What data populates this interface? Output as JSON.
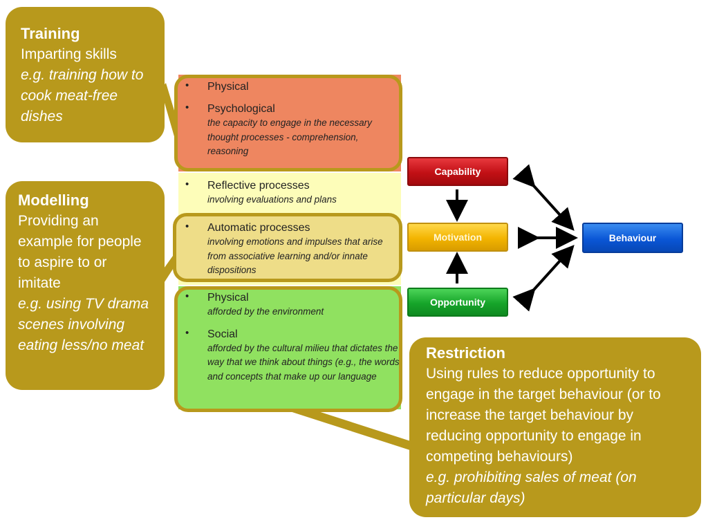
{
  "interventions": {
    "training": {
      "title": "Training",
      "definition": "Imparting skills",
      "example": "e.g. training how to cook meat-free dishes"
    },
    "modelling": {
      "title": "Modelling",
      "definition": "Providing an example for people to aspire to or imitate",
      "example": "e.g. using TV drama scenes involving eating less/no meat"
    },
    "restriction": {
      "title": "Restriction",
      "definition": "Using rules to reduce opportunity to engage in the target behaviour (or to increase the target behaviour by reducing opportunity to engage in competing behaviours)",
      "example": "e.g. prohibiting sales of meat (on particular days)"
    }
  },
  "components": {
    "capability": {
      "color": "#ee8660",
      "items": [
        {
          "label": "Physical",
          "desc": ""
        },
        {
          "label": "Psychological",
          "desc": "the capacity to engage in the necessary thought processes - comprehension, reasoning"
        }
      ]
    },
    "motivation": {
      "color": "#fdfdb9",
      "reflective": {
        "label": "Reflective processes",
        "desc": "involving evaluations and plans"
      },
      "automatic": {
        "label": "Automatic processes",
        "desc": "involving emotions and impulses that arise from associative learning and/or innate dispositions"
      }
    },
    "opportunity": {
      "color": "#90e160",
      "items": [
        {
          "label": "Physical",
          "desc": "afforded by the environment"
        },
        {
          "label": "Social",
          "desc": "afforded by the cultural milieu that dictates the way that we think about things (e.g., the words and concepts that make up our language"
        }
      ]
    }
  },
  "com_b": {
    "capability": "Capability",
    "motivation": "Motivation",
    "opportunity": "Opportunity",
    "behaviour": "Behaviour",
    "colors": {
      "capability": "#c21015",
      "motivation": "#f3b400",
      "opportunity": "#16a52a",
      "behaviour": "#0a56d6",
      "callout": "#b8991c"
    }
  }
}
